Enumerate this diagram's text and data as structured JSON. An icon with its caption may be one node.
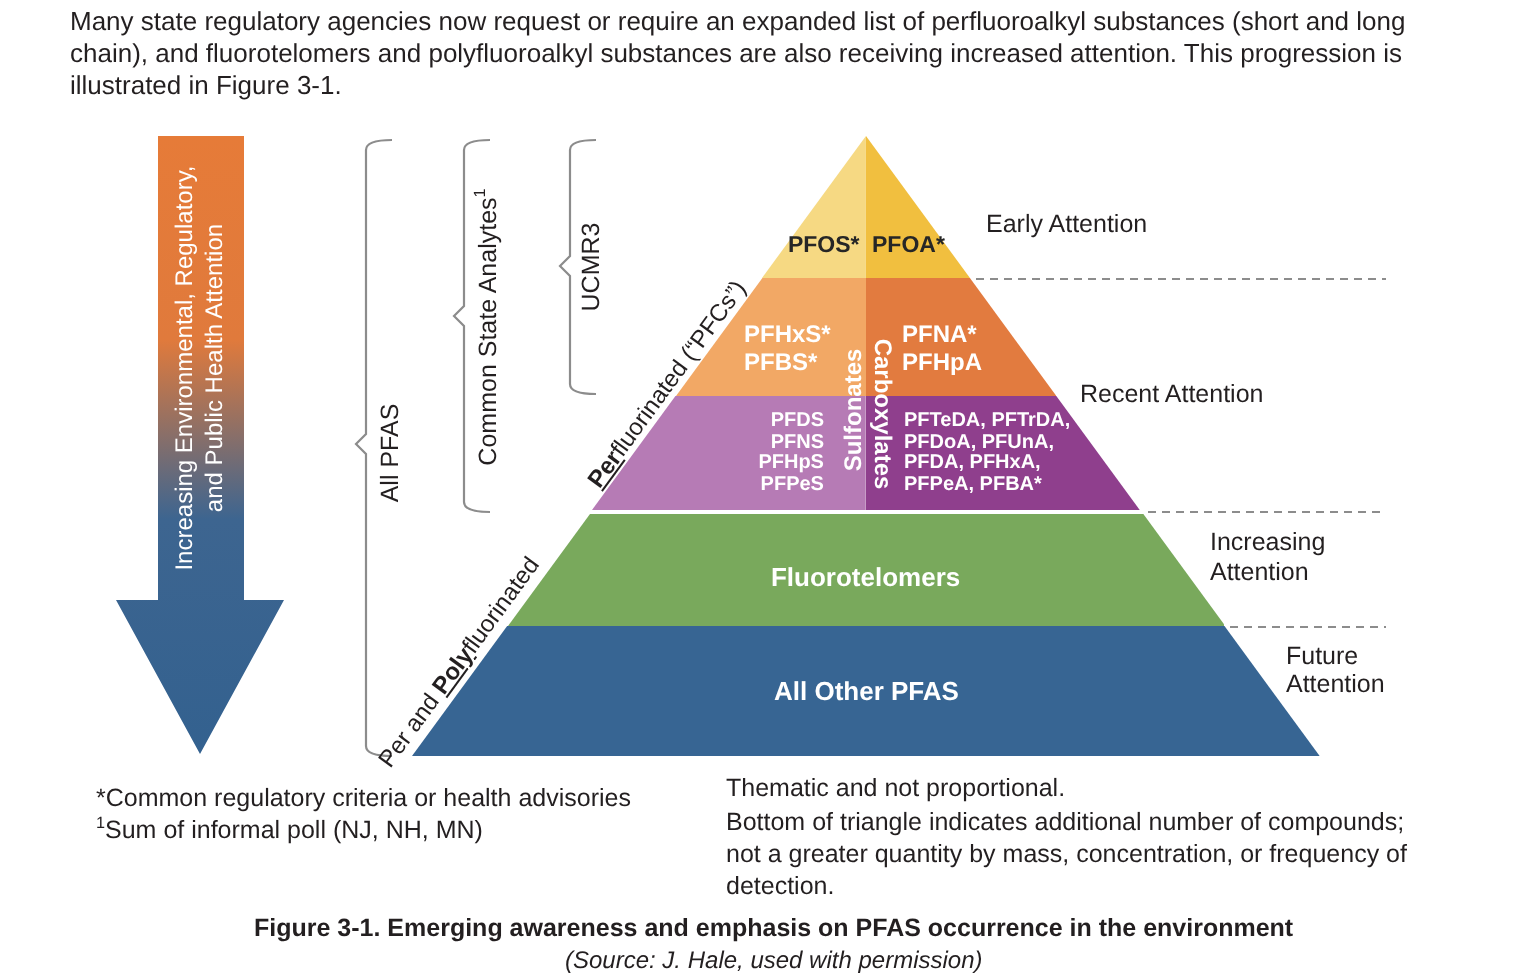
{
  "diagram": {
    "caption": "Figure 3-1. Emerging awareness and emphasis on PFAS occurrence in the environment",
    "nodes": [
      {
        "text": [
          "Increasing Environmental, Regulatory, and Public Health Attention"
        ]
      },
      {
        "text": [
          "PFOS*"
        ]
      },
      {
        "text": [
          "PFOA*"
        ]
      },
      {
        "text": [
          "PFHxS* PFBS*"
        ]
      },
      {
        "text": [
          "PFNA* PFHpA"
        ]
      },
      {
        "text": [
          "PFDS PFNS PFHpS PFPeS"
        ]
      },
      {
        "text": [
          "PFTeDA, PFTrDA, PFDoA, PFUnA, PFDA, PFHxA, PFPeA, PFBA*"
        ]
      },
      {
        "text": [
          "Fluorotelomers"
        ]
      },
      {
        "text": [
          "All Other PFAS"
        ]
      }
    ],
    "labels": [
      "Many state regulatory agencies now request or require an expanded list of perfluoroalkyl substances (short and long chain), and fluorotelomers and polyfluoroalkyl substances are also receiving increased attention. This progression is illustrated in Figure 3-1.",
      "All PFAS",
      "Common State Analytes$^{1}$",
      "UCMR3",
      "Early Attention",
      "**Per**fluorinated (“PFCs”)",
      "Sulfonates",
      "Carboxylates",
      "Recent Attention",
      "Increasing Attention",
      "Per and **Poly**fluorinated",
      "Future Attention",
      "*Common regulatory criteria or health advisories",
      "$^{1}$Sum of informal poll (NJ, NH, MN)",
      "Thematic and not proportional.",
      "Bottom of triangle indicates additional number of compounds; not a greater quantity by mass, concentration, or frequency of detection.",
      "(Source: J. Hale, used with permission)"
    ]
  }
}
